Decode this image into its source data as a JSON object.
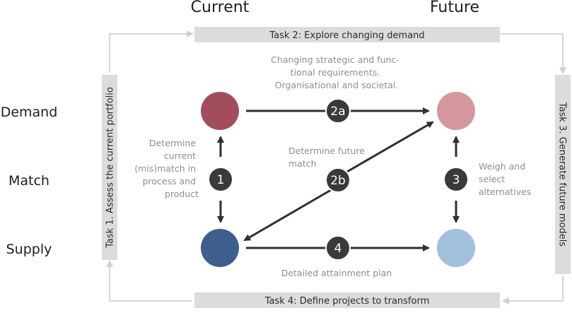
{
  "columns": {
    "current": "Current",
    "future": "Future"
  },
  "rows": {
    "demand": "Demand",
    "match": "Match",
    "supply": "Supply"
  },
  "tasks": {
    "task1": "Task 1. Assess the current portfolio",
    "task2": "Task 2: Explore changing demand",
    "task3": "Task 3. Generate future models",
    "task4": "Task 4: Define projects to transform"
  },
  "steps": {
    "s1": "1",
    "s2a": "2a",
    "s2b": "2b",
    "s3": "3",
    "s4": "4"
  },
  "notes": {
    "n2a": [
      "Changing strategic and func-",
      "tional requirements.",
      "Organisational and societal."
    ],
    "n1": [
      "Determine",
      "current",
      "(mis)match in",
      "process and",
      "product"
    ],
    "n2b": [
      "Determine future",
      "match"
    ],
    "n3": [
      "Weigh and",
      "select",
      "alternatives"
    ],
    "n4": "Detailed attainment plan"
  },
  "colors": {
    "current_demand": "#a24d5e",
    "future_demand": "#d3979d",
    "current_supply": "#3e5e8e",
    "future_supply": "#a2c0dc",
    "badge": "#3a3a3a",
    "task_bar": "#dcdcdc",
    "cycle_arrow": "#d6d6d6",
    "flow_arrow": "#2f2f2f"
  }
}
